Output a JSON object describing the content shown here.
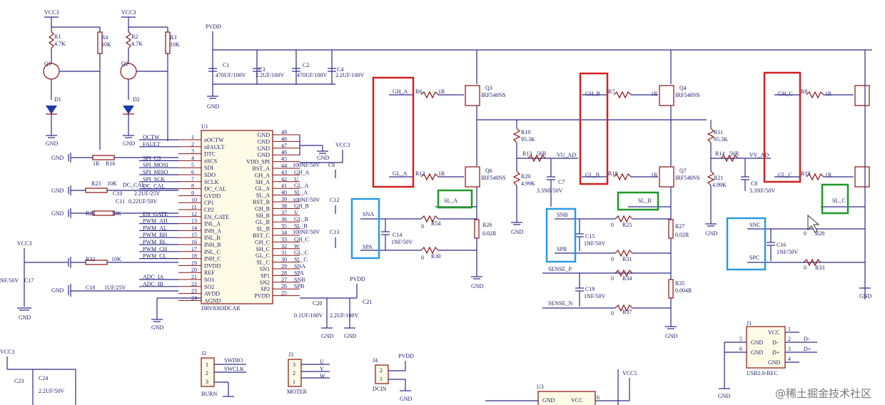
{
  "power_labels": {
    "vcc3": "VCC3",
    "pvdd": "PVDD",
    "vcc5": "VCC5",
    "gnd": "GND"
  },
  "drv": {
    "ref": "U1",
    "part": "DRV8303DCAR",
    "left_pins": [
      {
        "num": "1",
        "name": "nOCTW"
      },
      {
        "num": "2",
        "name": "nFAULT"
      },
      {
        "num": "3",
        "name": "DTC"
      },
      {
        "num": "4",
        "name": "nSCS"
      },
      {
        "num": "5",
        "name": "SDI"
      },
      {
        "num": "6",
        "name": "SDO"
      },
      {
        "num": "7",
        "name": "SCLK"
      },
      {
        "num": "8",
        "name": "DC_CAL"
      },
      {
        "num": "9",
        "name": "GVDD"
      },
      {
        "num": "10",
        "name": "CP1"
      },
      {
        "num": "11",
        "name": "CP2"
      },
      {
        "num": "12",
        "name": "EN_GATE"
      },
      {
        "num": "13",
        "name": "INL_A"
      },
      {
        "num": "14",
        "name": "INH_A"
      },
      {
        "num": "15",
        "name": "INL_B"
      },
      {
        "num": "16",
        "name": "INH_B"
      },
      {
        "num": "17",
        "name": "INL_C"
      },
      {
        "num": "18",
        "name": "INH_C"
      },
      {
        "num": "19",
        "name": "DVDD"
      },
      {
        "num": "20",
        "name": "REF"
      },
      {
        "num": "21",
        "name": "SO1"
      },
      {
        "num": "22",
        "name": "SO2"
      },
      {
        "num": "23",
        "name": "AVDD"
      },
      {
        "num": "24",
        "name": "AGND"
      }
    ],
    "right_pins": [
      {
        "num": "49",
        "name": "GND"
      },
      {
        "num": "48",
        "name": "GND"
      },
      {
        "num": "47",
        "name": "GND"
      },
      {
        "num": "46",
        "name": "GND"
      },
      {
        "num": "45",
        "name": "VDD_SPI"
      },
      {
        "num": "44",
        "name": "BST_A"
      },
      {
        "num": "43",
        "name": "GH_A"
      },
      {
        "num": "42",
        "name": "SH_A"
      },
      {
        "num": "41",
        "name": "GL_A"
      },
      {
        "num": "40",
        "name": "SL_A"
      },
      {
        "num": "39",
        "name": "BST_B"
      },
      {
        "num": "38",
        "name": "GH_B"
      },
      {
        "num": "37",
        "name": "SH_B"
      },
      {
        "num": "36",
        "name": "GL_B"
      },
      {
        "num": "35",
        "name": "SL_B"
      },
      {
        "num": "34",
        "name": "BST_C"
      },
      {
        "num": "33",
        "name": "GH_C"
      },
      {
        "num": "32",
        "name": "SH_C"
      },
      {
        "num": "31",
        "name": "GL_C"
      },
      {
        "num": "30",
        "name": "SL_C"
      },
      {
        "num": "29",
        "name": "SN1"
      },
      {
        "num": "28",
        "name": "SP1"
      },
      {
        "num": "27",
        "name": "SN2"
      },
      {
        "num": "26",
        "name": "SP2"
      },
      {
        "num": "25",
        "name": "PVDD"
      }
    ],
    "left_nets": [
      "OCTW",
      "FAULT",
      "",
      "SPI_CS",
      "SPI_MOSI",
      "SPI_MISO",
      "SPI_SCK",
      "DC_CAL",
      "",
      "",
      "",
      "EN_GATE",
      "PWM_AH",
      "PWM_AL",
      "PWM_BH",
      "PWM_BL",
      "PWM_CH",
      "PWM_CL",
      "",
      "",
      "ADC_IA",
      "ADC_IB",
      "",
      ""
    ],
    "right_nets": [
      "",
      "",
      "",
      "",
      "",
      "",
      "GH_A",
      "U",
      "GL_A",
      "SL_A",
      "",
      "GH_B",
      "V",
      "GL_B",
      "SL_B",
      "",
      "GH_C",
      "W",
      "GL_C",
      "SL_C",
      "SNA",
      "SPA",
      "SNB",
      "SPB",
      ""
    ]
  },
  "components": {
    "r1": "R1",
    "r1v": "4.7K",
    "r4": "R4",
    "r4v": "10K",
    "r2": "R2",
    "r2v": "4.7K",
    "r3": "R3",
    "r3v": "10K",
    "q1": "Q1",
    "q2": "Q2",
    "d1": "D1",
    "d2": "D2",
    "r16": "R16",
    "r16v": "1R",
    "r23": "R23",
    "r23v": "10K",
    "c10": "C10",
    "c10v": "2.2UF/25V",
    "c11": "C11",
    "c11v": "0.22UF/50V",
    "r24": "R24",
    "r24v": "10K",
    "r32": "R32",
    "r32v": "10K",
    "c17": "C17",
    "c17v": "NF/50V",
    "c18": "C18",
    "c18v": "1UF/25V",
    "c1": "C1",
    "c1v": "470UF/100V",
    "c3": "C3",
    "c3v": "2.2UF/100V",
    "c2": "C2",
    "c2v": "470UF/100V",
    "c4": "C4",
    "c4v": "2.2UF/100V",
    "c6": "C6",
    "c6v": "100NF/50V",
    "c12": "C12",
    "c12v": "100NF/50V",
    "c13": "C13",
    "c13v": "100NF/50V",
    "c20": "C20",
    "c20v": "0.1UF/100V",
    "c21": "C21",
    "c21v": "2.2UF/100V",
    "r6": "R6",
    "r6v": "1R",
    "r12": "R12",
    "r12v": "1R",
    "q3": "Q3",
    "q3v": "IRF540NS",
    "q6": "Q6",
    "q6v": "IRF540NS",
    "r7": "R7",
    "r7v": "1R",
    "r18": "R18",
    "r18v": "1R",
    "q4": "Q4",
    "q4v": "IRF540NS",
    "q7": "Q7",
    "q7v": "IRF540NS",
    "r8": "R8",
    "r8v": "1R",
    "r19": "R19",
    "r19v": "1R",
    "r10": "R10",
    "r10v": "95.3K",
    "r20": "R20",
    "r20v": "4.99K",
    "r13": "R13",
    "r13v": "56R",
    "vuad": "VU_AD",
    "c7": "C7",
    "c7v": "3.3NF/50V",
    "r11": "R11",
    "r11v": "95.3K",
    "r21": "R21",
    "r21v": "4.99K",
    "r14": "R14",
    "r14v": "56R",
    "vvad": "VV_AD",
    "c8": "C8",
    "c8v": "3.3NF/50V",
    "r26": "R26",
    "r26v": "0.02R",
    "r27": "R27",
    "r27v": "0.02R",
    "r35": "R35",
    "r35v": "0.004R",
    "r54": "R54",
    "r30": "R30",
    "zero": "0",
    "c14": "C14",
    "c14v": "1NF/50V",
    "r25": "R25",
    "r31": "R31",
    "c15": "C15",
    "c15v": "1NF/50V",
    "r34": "R34",
    "r37": "R37",
    "c19": "C19",
    "c19v": "1NF/50V",
    "r28": "R28",
    "r33": "R33",
    "c16": "C16",
    "c16v": "1NF/50V",
    "sense_p": "SENSE_P",
    "sense_n": "SENSE_N",
    "j1": "J1",
    "j1v": "USB2.0-REC",
    "j1pins": [
      "VCC",
      "D-",
      "D+",
      "GND"
    ],
    "j1gnd": [
      "GND",
      "GND"
    ],
    "j1nets": [
      "D-",
      "D+"
    ],
    "j2": "J2",
    "j2v": "BURN",
    "swdio": "SWDIO",
    "swclk": "SWCLK",
    "j3": "J3",
    "j3v": "MOTER",
    "u": "U",
    "v": "V",
    "w": "W",
    "j4": "J4",
    "j4v": "DCIN",
    "c23": "C23",
    "c24": "C24",
    "c24v": "2.2UF/50V",
    "u3": "U3",
    "u3gnd": "GND",
    "u3vcc": "VCC",
    "u3pin": "16"
  },
  "nets": {
    "gh_a": "GH_A",
    "gl_a": "GL_A",
    "sl_a": "SL_A",
    "sna": "SNA",
    "spa": "SPA",
    "gh_b": "GH_B",
    "gl_b": "GL_B",
    "sl_b": "SL_B",
    "snb": "SNB",
    "spb": "SPB",
    "gh_c": "GH_C",
    "gl_c": "GL_C",
    "sl_c": "SL_C",
    "snc": "SNC",
    "spc": "SPC"
  },
  "highlight_colors": {
    "red": "#d42020",
    "green": "#1e9a28",
    "blue": "#2a9be0"
  },
  "watermark": "@稀土掘金技术社区"
}
